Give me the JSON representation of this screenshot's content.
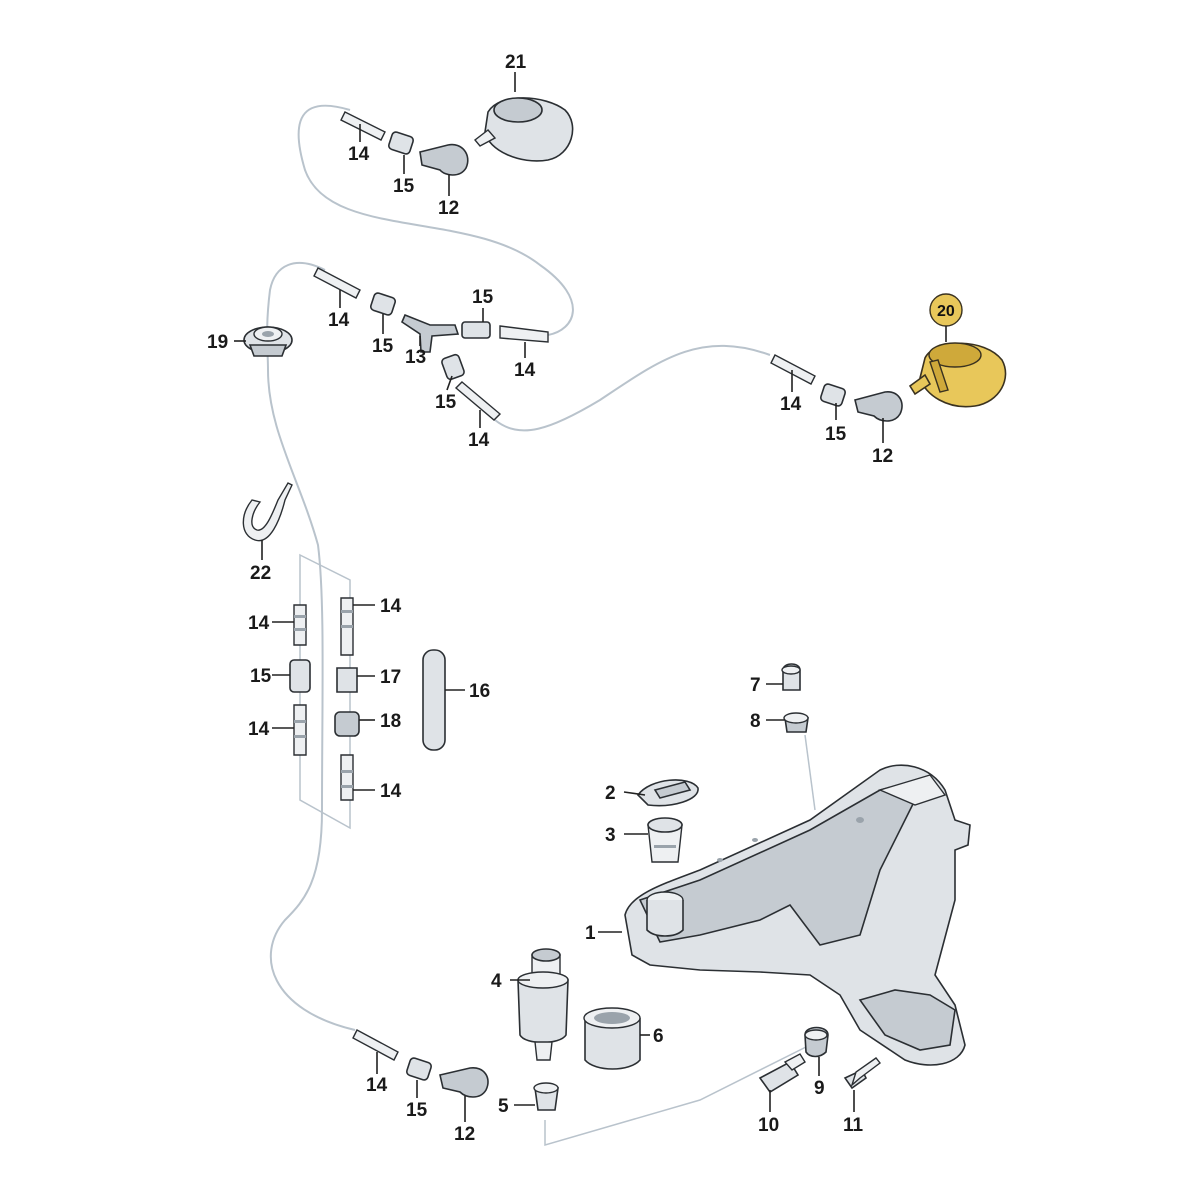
{
  "labels": {
    "l21": "21",
    "l14a": "14",
    "l15a": "15",
    "l12a": "12",
    "l14b": "14",
    "l15b": "15",
    "l13": "13",
    "l15c": "15",
    "l14c": "14",
    "l15d": "15",
    "l14d": "14",
    "l19": "19",
    "l20": "20",
    "l14e": "14",
    "l15e": "15",
    "l12b": "12",
    "l22": "22",
    "l14f": "14",
    "l15f": "15",
    "l14g": "14",
    "l14h": "14",
    "l17": "17",
    "l16": "16",
    "l18": "18",
    "l14i": "14",
    "l7": "7",
    "l8": "8",
    "l2": "2",
    "l3": "3",
    "l1": "1",
    "l4": "4",
    "l6": "6",
    "l5": "5",
    "l14j": "14",
    "l15g": "15",
    "l12c": "12",
    "l9": "9",
    "l10": "10",
    "l11": "11"
  },
  "highlight_color": "#e8c75a",
  "highlighted_part": "20"
}
